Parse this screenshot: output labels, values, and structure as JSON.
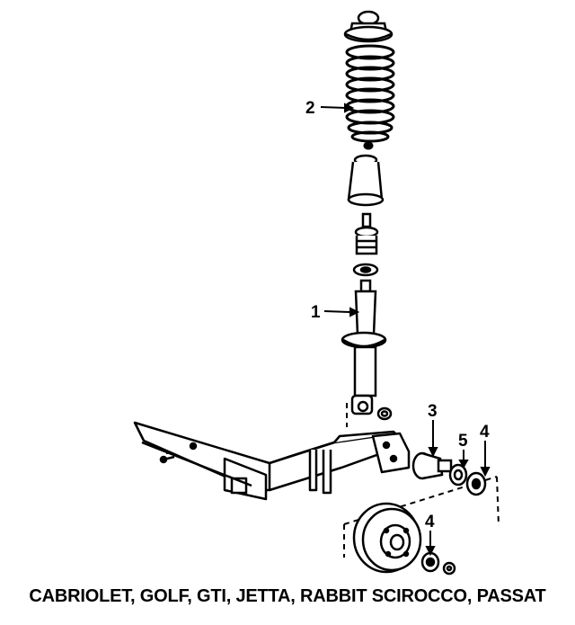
{
  "callouts": {
    "shock_absorber": "1",
    "coil_spring": "2",
    "stub_axle": "3",
    "outer_bearing": "4",
    "inner_bearing": "5",
    "drum_bearing": "4"
  },
  "caption": "CABRIOLET, GOLF, GTI, JETTA, RABBIT SCIROCCO, PASSAT"
}
